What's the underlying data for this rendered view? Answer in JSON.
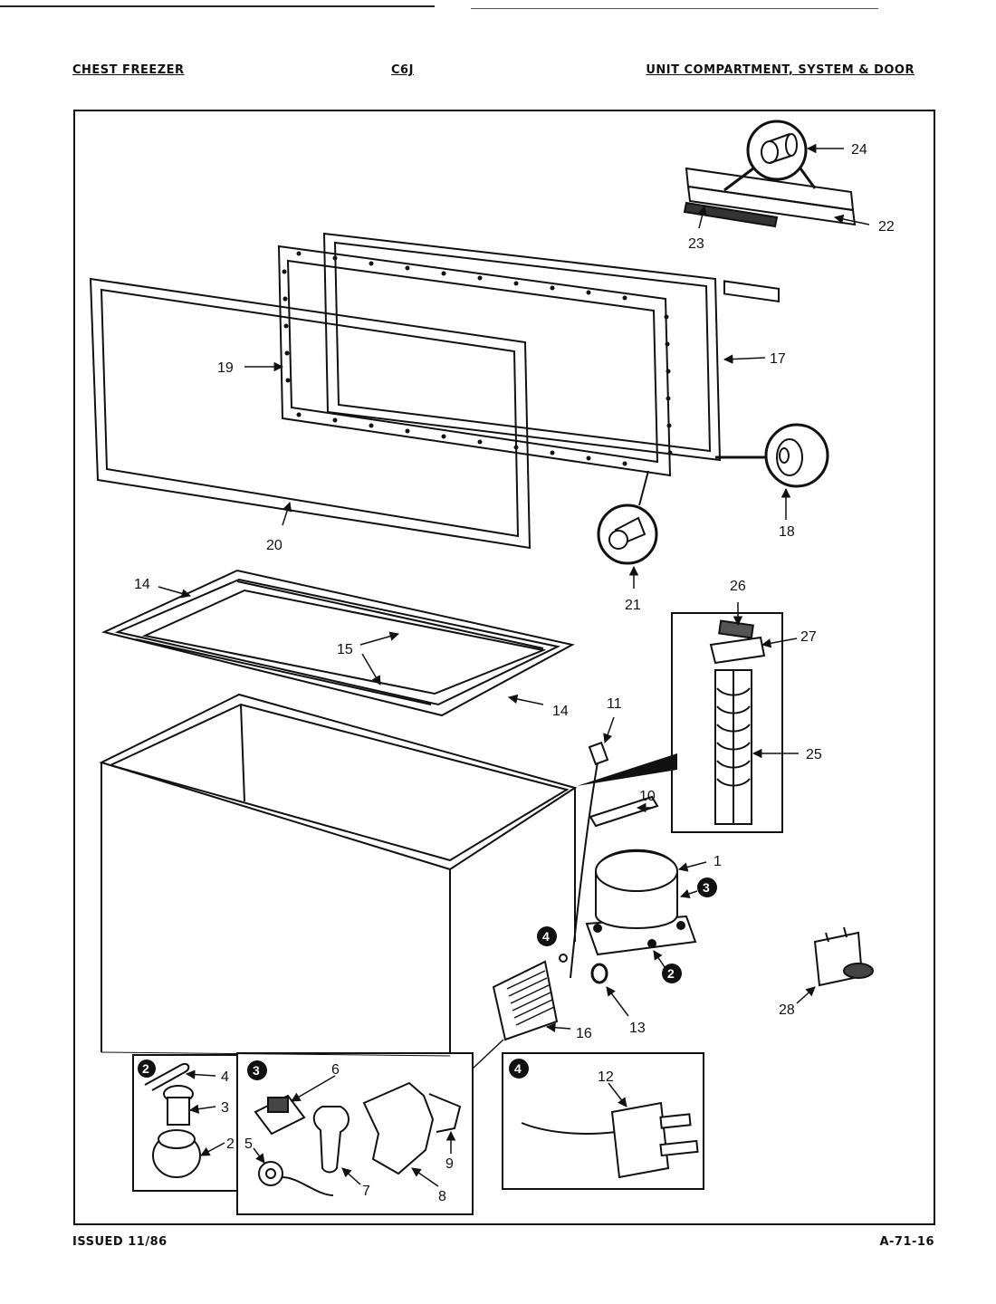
{
  "header": {
    "left": "CHEST FREEZER",
    "middle": "C6J",
    "right": "UNIT COMPARTMENT, SYSTEM & DOOR"
  },
  "footer": {
    "left": "ISSUED 11/86",
    "right": "A-71-16"
  },
  "callouts": {
    "c1": "1",
    "c2": "2",
    "c3": "3",
    "c4": "4",
    "c5": "5",
    "c6": "6",
    "c7": "7",
    "c8": "8",
    "c9": "9",
    "c10": "10",
    "c11": "11",
    "c12": "12",
    "c13": "13",
    "c14a": "14",
    "c14b": "14",
    "c15": "15",
    "c16": "16",
    "c17": "17",
    "c18": "18",
    "c19": "19",
    "c20": "20",
    "c21": "21",
    "c22": "22",
    "c23": "23",
    "c24": "24",
    "c25": "25",
    "c26": "26",
    "c27": "27",
    "c28": "28"
  },
  "circled_markers": {
    "m2_main": "2",
    "m3_main": "3",
    "m4_main": "4",
    "m2_inset": "2",
    "m3_inset": "3",
    "m4_inset": "4"
  }
}
